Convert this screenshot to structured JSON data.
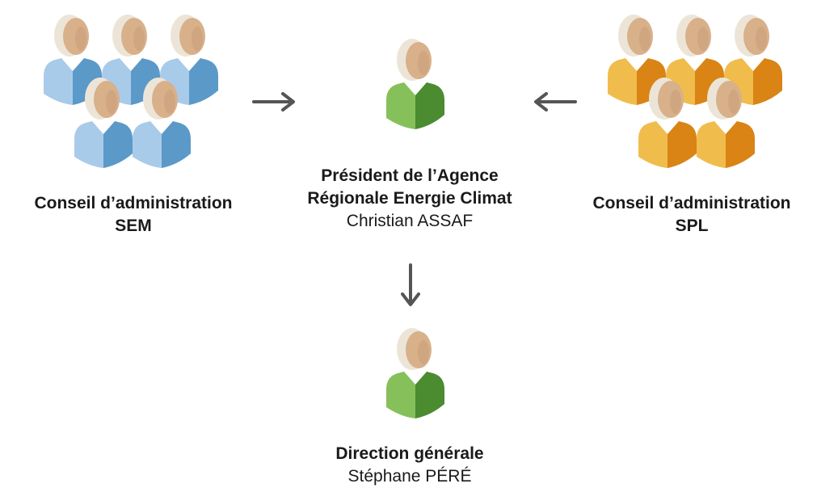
{
  "colors": {
    "head_back": "#ece5d7",
    "head_face": "#d8b08a",
    "head_face_shade": "#c99e77",
    "sem_light": "#a9cbea",
    "sem_dark": "#5b99c8",
    "president_light": "#86c05a",
    "president_dark": "#4a8c2f",
    "spl_light": "#f0bc4c",
    "spl_dark": "#d98415",
    "arrow": "#555555"
  },
  "sem_board": {
    "icon": "people-group-icon",
    "title": "Conseil d’administration",
    "subtitle": "SEM"
  },
  "president": {
    "icon": "person-icon",
    "title_line1": "Président de l’Agence",
    "title_line2": "Régionale Energie Climat",
    "name": "Christian ASSAF"
  },
  "spl_board": {
    "icon": "people-group-icon",
    "title": "Conseil d’administration",
    "subtitle": "SPL"
  },
  "direction": {
    "icon": "person-icon",
    "title": "Direction générale",
    "name": "Stéphane PÉRÉ"
  },
  "arrows": {
    "sem_to_president": "arrow-right-icon",
    "spl_to_president": "arrow-left-icon",
    "president_to_direction": "arrow-down-icon"
  }
}
